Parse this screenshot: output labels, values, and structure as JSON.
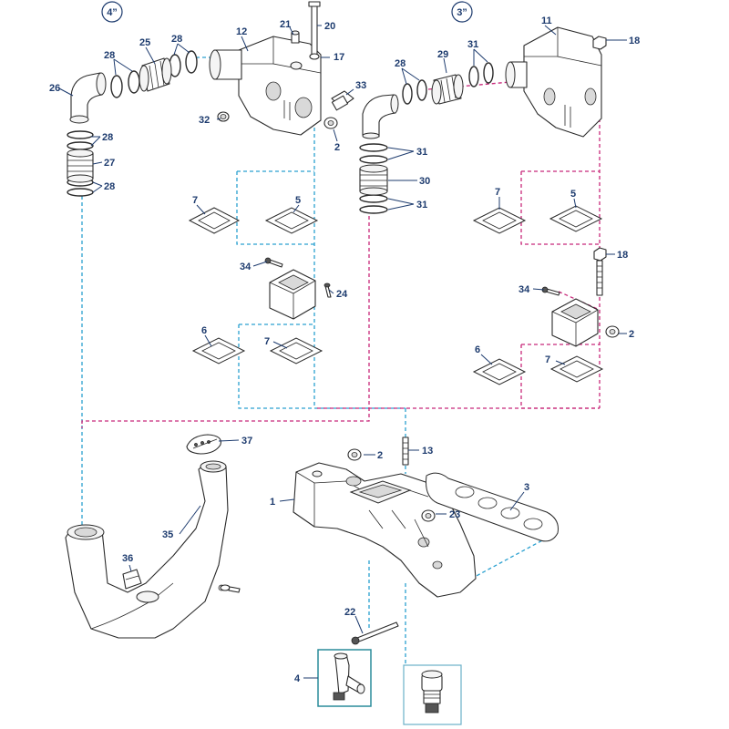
{
  "size_labels": {
    "left": "4”",
    "right": "3”"
  },
  "callouts": {
    "c1": "1",
    "c2a": "2",
    "c2b": "2",
    "c2c": "2",
    "c3": "3",
    "c4": "4",
    "c5a": "5",
    "c5b": "5",
    "c6a": "6",
    "c6b": "6",
    "c7a": "7",
    "c7b": "7",
    "c7c": "7",
    "c7d": "7",
    "c11": "11",
    "c12": "12",
    "c13": "13",
    "c17": "17",
    "c18a": "18",
    "c18b": "18",
    "c20": "20",
    "c21": "21",
    "c22": "22",
    "c23": "23",
    "c24": "24",
    "c25": "25",
    "c26": "26",
    "c27": "27",
    "c28a": "28",
    "c28b": "28",
    "c28c": "28",
    "c28d": "28",
    "c28e": "28",
    "c29": "29",
    "c30": "30",
    "c31a": "31",
    "c31b": "31",
    "c31c": "31",
    "c32": "32",
    "c33": "33",
    "c34a": "34",
    "c34b": "34",
    "c35": "35",
    "c36": "36",
    "c37": "37"
  },
  "colors": {
    "leader": "#1d3b6e",
    "blue_dash": "#2aa0d0",
    "pink_dash": "#c8287a"
  }
}
